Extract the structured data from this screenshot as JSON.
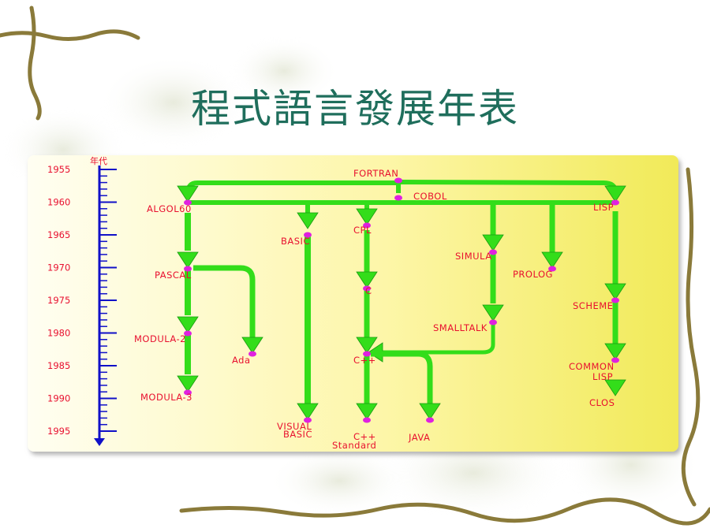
{
  "title": "程式語言發展年表",
  "axis_title": "年代",
  "years": [
    "1955",
    "1960",
    "1965",
    "1970",
    "1975",
    "1980",
    "1985",
    "1990",
    "1995"
  ],
  "languages": {
    "fortran": "FORTRAN",
    "cobol": "COBOL",
    "algol60": "ALGOL60",
    "lisp": "LISP",
    "basic": "BASIC",
    "cpl": "CPL",
    "simula": "SIMULA",
    "prolog": "PROLOG",
    "pascal": "PASCAL",
    "c": "C",
    "scheme": "SCHEME",
    "smalltalk": "SMALLTALK",
    "modula2": "MODULA-2",
    "ada": "Ada",
    "cpp": "C++",
    "common_lisp_1": "COMMON",
    "common_lisp_2": "LISP",
    "modula3": "MODULA-3",
    "clos": "CLOS",
    "visual_basic_1": "VISUAL",
    "visual_basic_2": "BASIC",
    "cpp_standard_1": "C++",
    "cpp_standard_2": "Standard",
    "java": "JAVA"
  },
  "colors": {
    "title": "#1f6e5c",
    "label": "#e8102f",
    "arrow": "#33dd1a",
    "node": "#e020e0",
    "axis": "#1010c8",
    "panel_light": "#fffde0",
    "panel_dark": "#f3ec5c"
  }
}
